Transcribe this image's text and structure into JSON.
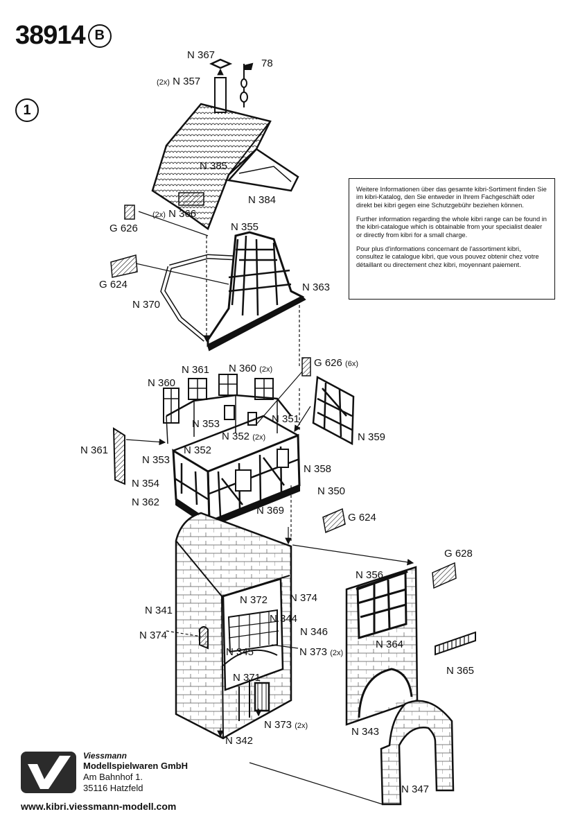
{
  "header": {
    "article_number": "38914",
    "variant": "B",
    "step": "1"
  },
  "labels": {
    "n367": "N 367",
    "n78": "78",
    "n357_mult": "(2x)",
    "n357": "N 357",
    "n385": "N 385",
    "n384": "N 384",
    "g626_top": "G 626",
    "n366_mult": "(2x)",
    "n366": "N 366",
    "n355": "N 355",
    "g624_top": "G 624",
    "n370": "N 370",
    "n363": "N 363",
    "n361_top": "N 361",
    "n360_top": "N 360",
    "n360_mult": "(2x)",
    "g626_mid": "G 626",
    "g626_mid_mult": "(6x)",
    "n360_left": "N 360",
    "n353_top": "N 353",
    "n351": "N 351",
    "n359": "N 359",
    "n352_a": "N 352",
    "n352_a_mult": "(2x)",
    "n361_left": "N 361",
    "n352_b": "N 352",
    "n353_left": "N 353",
    "n358": "N 358",
    "n354": "N 354",
    "n350": "N 350",
    "n362": "N 362",
    "n369": "N 369",
    "g624_mid": "G 624",
    "g628": "G 628",
    "n356": "N 356",
    "n372": "N 372",
    "n374_top": "N 374",
    "n341": "N 341",
    "n344": "N 344",
    "n374_left": "N 374",
    "n346": "N 346",
    "n364": "N 364",
    "n345": "N 345",
    "n373_a": "N 373",
    "n373_a_mult": "(2x)",
    "n365": "N 365",
    "n371": "N 371",
    "n343": "N 343",
    "n373_b": "N 373",
    "n373_b_mult": "(2x)",
    "n342": "N 342",
    "n347": "N 347"
  },
  "info": {
    "de": "Weitere Informationen über das gesamte kibri-Sortiment finden Sie im kibri-Katalog, den Sie entweder in Ihrem Fachgeschäft oder direkt bei kibri gegen eine Schutzgebühr beziehen können.",
    "en": "Further information regarding the whole kibri range can be found in the kibri-catalogue which is obtainable from your specialist dealer or directly from kibri for a small charge.",
    "fr": "Pour plus d'informations concernant de l'assortiment kibri, consultez le catalogue kibri, que vous pouvez obtenir chez votre détaillant ou directement chez kibri, moyennant paiement."
  },
  "footer": {
    "brand": "Viessmann",
    "company": "Modellspielwaren GmbH",
    "street": "Am Bahnhof 1.",
    "city": "35116 Hatzfeld",
    "url": "www.kibri.viessmann-modell.com"
  }
}
